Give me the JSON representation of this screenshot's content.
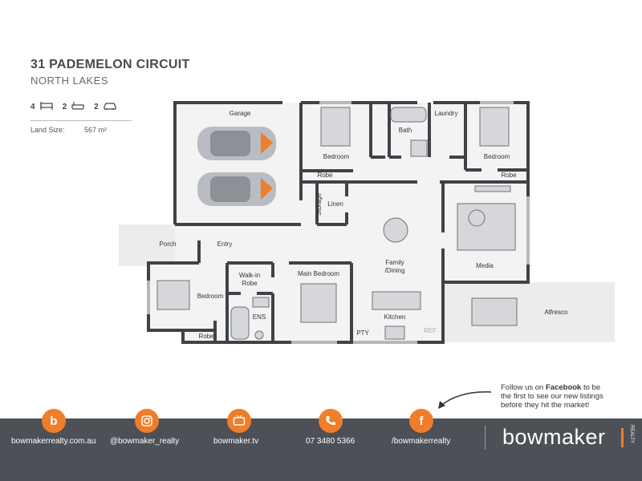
{
  "header": {
    "address": "31 PADEMELON CIRCUIT",
    "suburb": "NORTH LAKES",
    "bedrooms": "4",
    "bathrooms": "2",
    "garages": "2",
    "land_label": "Land Size:",
    "land_value": "567 m²"
  },
  "rooms": {
    "garage": "Garage",
    "bedroom_top1": "Bedroom",
    "robe_top1": "Robe",
    "bath": "Bath",
    "laundry": "Laundry",
    "bedroom_top2": "Bedroom",
    "robe_top2": "Robe",
    "storage": "Storage",
    "linen": "Linen",
    "porch": "Porch",
    "entry": "Entry",
    "bedroom_left": "Bedroom",
    "robe_left": "Robe",
    "walkin_robe1": "Walk-in",
    "walkin_robe2": "Robe",
    "main_bedroom": "Main Bedroom",
    "ens": "ENS",
    "family1": "Family",
    "family2": "/Dining",
    "kitchen": "Kitchen",
    "pty": "PTY",
    "ref": "REF",
    "media": "Media",
    "alfresco": "Alfresco"
  },
  "promo": {
    "line1_pre": "Follow us on ",
    "line1_bold": "Facebook",
    "line1_post": " to be",
    "line2": "the first to see our new listings",
    "line3": "before they hit the market!"
  },
  "footer": {
    "website": "bowmakerrealty.com.au",
    "instagram": "@bowmaker_realty",
    "tv": "bowmaker.tv",
    "phone": "07 3480 5366",
    "facebook": "/bowmakerrealty",
    "brand": "bowmaker",
    "brand_sub": "REALTY",
    "icon_website": "b",
    "icon_facebook": "f"
  },
  "colors": {
    "accent": "#f07d2a",
    "footer_bg": "#4d5057",
    "wall": "#3f4248",
    "floor": "#f2f2f2"
  }
}
